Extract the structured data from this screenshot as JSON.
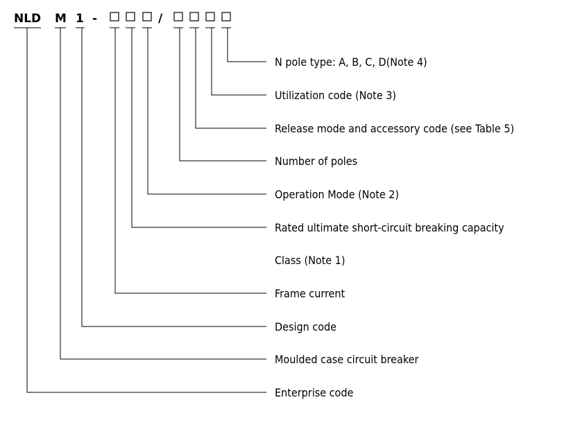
{
  "code": {
    "segments": [
      "NLD",
      "M",
      "1",
      "-",
      "/"
    ],
    "placeholder_symbol": "□"
  },
  "labels": [
    "N pole type: A, B, C, D(Note 4)",
    "Utilization code (Note 3)",
    "Release mode and accessory code (see Table 5)",
    "Number of poles",
    "Operation Mode (Note 2)",
    "Rated ultimate short-circuit breaking capacity",
    "Class (Note 1)",
    "Frame current",
    "Design code",
    "Moulded case circuit breaker",
    "Enterprise code"
  ]
}
